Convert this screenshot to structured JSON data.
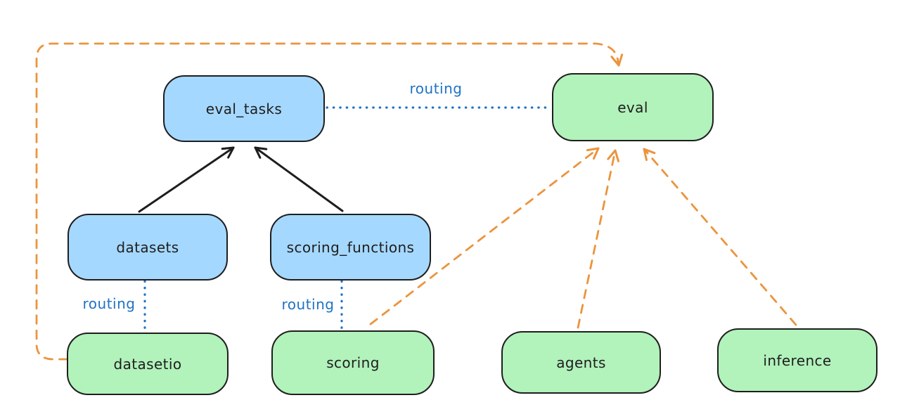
{
  "diagram": {
    "nodes": {
      "eval_tasks": {
        "label": "eval_tasks",
        "kind": "registry"
      },
      "eval": {
        "label": "eval",
        "kind": "api"
      },
      "datasets": {
        "label": "datasets",
        "kind": "registry"
      },
      "scoring_functions": {
        "label": "scoring_functions",
        "kind": "registry"
      },
      "datasetio": {
        "label": "datasetio",
        "kind": "api"
      },
      "scoring": {
        "label": "scoring",
        "kind": "api"
      },
      "agents": {
        "label": "agents",
        "kind": "api"
      },
      "inference": {
        "label": "inference",
        "kind": "api"
      }
    },
    "edges": [
      {
        "from": "datasets",
        "to": "eval_tasks",
        "style": "solid-arrow",
        "label": ""
      },
      {
        "from": "scoring_functions",
        "to": "eval_tasks",
        "style": "solid-arrow",
        "label": ""
      },
      {
        "from": "eval_tasks",
        "to": "eval",
        "style": "dotted",
        "label": "routing"
      },
      {
        "from": "datasets",
        "to": "datasetio",
        "style": "dotted",
        "label": "routing"
      },
      {
        "from": "scoring_functions",
        "to": "scoring",
        "style": "dotted",
        "label": "routing"
      },
      {
        "from": "datasetio",
        "to": "eval",
        "style": "dashed-arrow",
        "label": ""
      },
      {
        "from": "scoring",
        "to": "eval",
        "style": "dashed-arrow",
        "label": ""
      },
      {
        "from": "agents",
        "to": "eval",
        "style": "dashed-arrow",
        "label": ""
      },
      {
        "from": "inference",
        "to": "eval",
        "style": "dashed-arrow",
        "label": ""
      }
    ],
    "edge_labels": {
      "eval_tasks_eval": "routing",
      "datasets_datasetio": "routing",
      "scoring_functions_scoring": "routing"
    },
    "colors": {
      "registry_fill": "#a5d8ff",
      "api_fill": "#b2f2bb",
      "node_stroke": "#1e1e1e",
      "routing_accent": "#1f72c4",
      "provider_accent": "#eb943d",
      "background": "#ffffff"
    }
  }
}
